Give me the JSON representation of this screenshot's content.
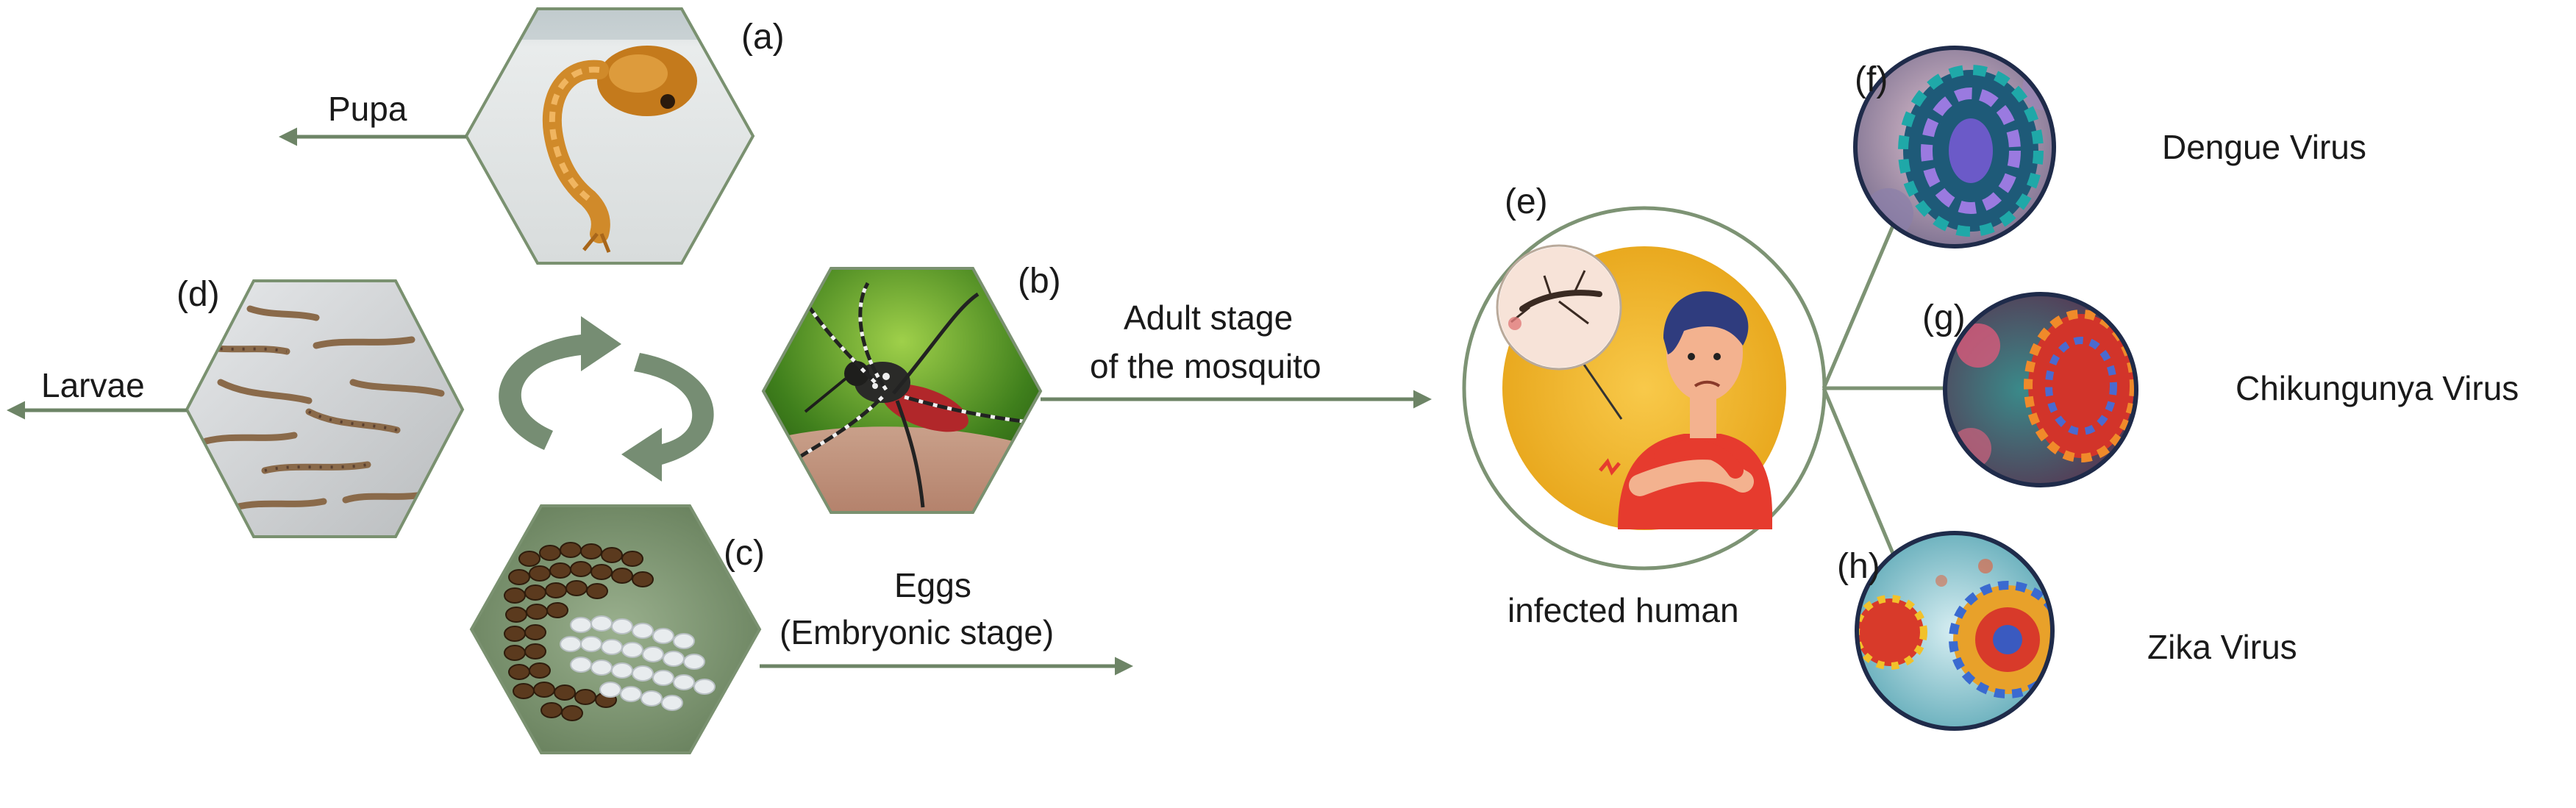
{
  "panels": {
    "a": {
      "tag": "(a)",
      "label": "Pupa"
    },
    "b": {
      "tag": "(b)",
      "label_line1": "Adult stage",
      "label_line2": "of the mosquito"
    },
    "c": {
      "tag": "(c)",
      "label_line1": "Eggs",
      "label_line2": "(Embryonic stage)"
    },
    "d": {
      "tag": "(d)",
      "label": "Larvae"
    },
    "e": {
      "tag": "(e)",
      "label": "infected human"
    },
    "f": {
      "tag": "(f)",
      "label": "Dengue Virus"
    },
    "g": {
      "tag": "(g)",
      "label": "Chikungunya Virus"
    },
    "h": {
      "tag": "(h)",
      "label": "Zika Virus"
    }
  },
  "colors": {
    "arrow": "#6d8466",
    "hex_border": "#7a9170",
    "cycle_arrow": "#6f876b",
    "circle_border": "#7d9374",
    "virus_ring": "#1f2b4a"
  },
  "icons": [
    "cycle-arrows-icon",
    "mosquito-icon"
  ]
}
